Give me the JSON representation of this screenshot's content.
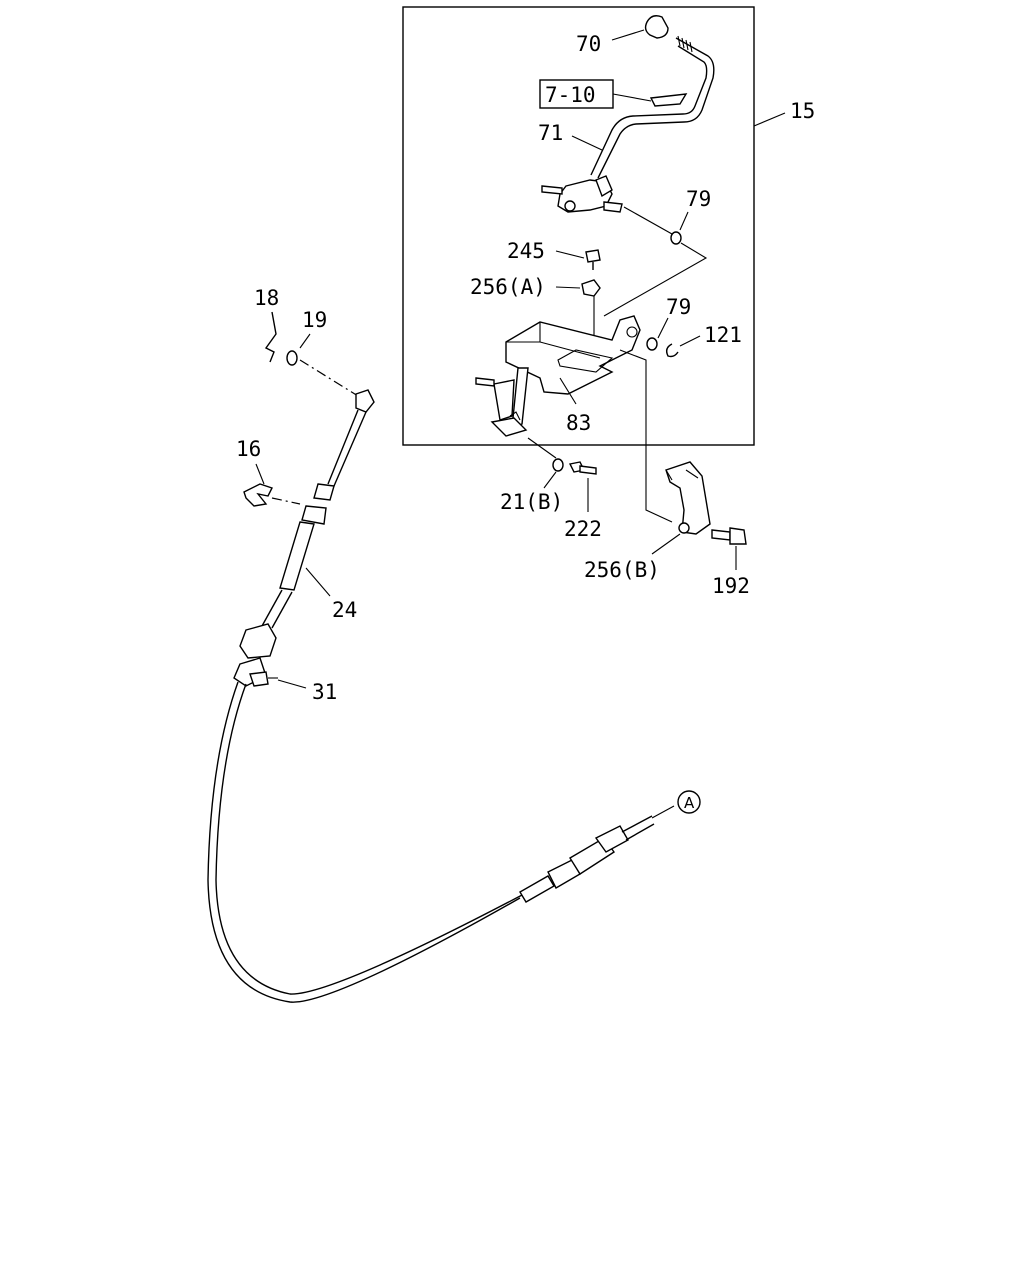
{
  "diagram": {
    "callouts": {
      "c70": "70",
      "c7_10": "7-10",
      "c71": "71",
      "c15": "15",
      "c79a": "79",
      "c245": "245",
      "c256a": "256(A)",
      "c79b": "79",
      "c121": "121",
      "c83": "83",
      "c21b": "21(B)",
      "c222": "222",
      "c256b": "256(B)",
      "c192": "192",
      "c18": "18",
      "c19": "19",
      "c16": "16",
      "c24": "24",
      "c31": "31",
      "refA": "A"
    }
  }
}
